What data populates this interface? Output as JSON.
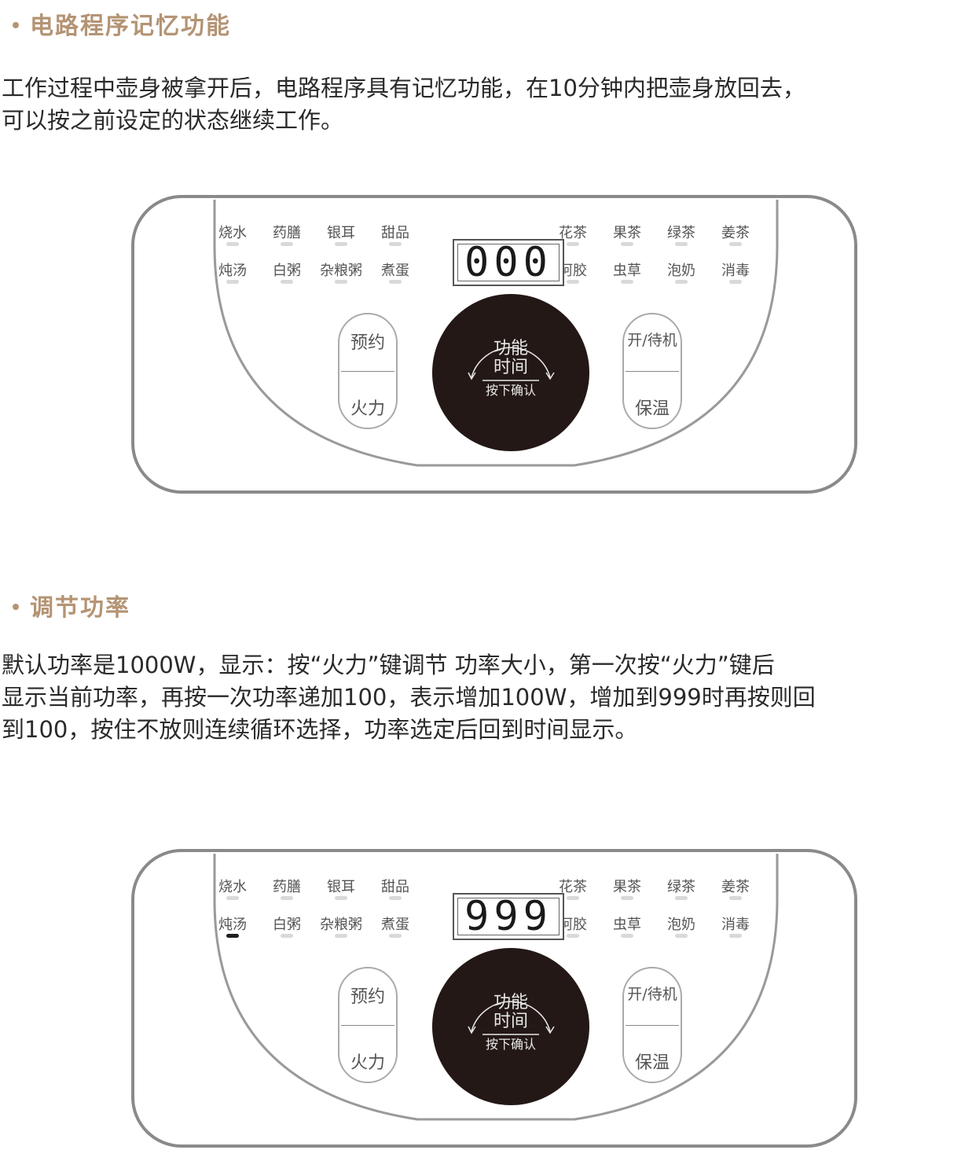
{
  "section1": {
    "title": "电路程序记忆功能",
    "lines": [
      "工作过程中壶身被拿开后，电路程序具有记忆功能，在10分钟内把壶身放回去，",
      "可以按之前设定的状态继续工作。"
    ]
  },
  "section2": {
    "title": "调节功率",
    "lines": [
      "默认功率是1000W，显示：按“火力”键调节 功率大小，第一次按“火力”键后",
      "显示当前功率，再按一次功率递加100，表示增加100W，增加到999时再按则回",
      "到100，按住不放则连续循环选择，功率选定后回到时间显示。"
    ]
  },
  "panels": [
    {
      "display": "000",
      "left_row1": [
        "烧水",
        "药膳",
        "银耳",
        "甜品"
      ],
      "left_row2": [
        "炖汤",
        "白粥",
        "杂粮粥",
        "煮蛋"
      ],
      "right_row1": [
        "花茶",
        "果茶",
        "绿茶",
        "姜茶"
      ],
      "right_row2": [
        "阿胶",
        "虫草",
        "泡奶",
        "消毒"
      ],
      "active_led": "none",
      "knob": {
        "line1": "功能",
        "line2": "时间",
        "line3": "按下确认"
      },
      "left_button": {
        "top": "预约",
        "bottom": "火力"
      },
      "right_button": {
        "top": "开/待机",
        "bottom": "保温"
      }
    },
    {
      "display": "999",
      "left_row1": [
        "烧水",
        "药膳",
        "银耳",
        "甜品"
      ],
      "left_row2": [
        "炖汤",
        "白粥",
        "杂粮粥",
        "煮蛋"
      ],
      "right_row1": [
        "花茶",
        "果茶",
        "绿茶",
        "姜茶"
      ],
      "right_row2": [
        "阿胶",
        "虫草",
        "泡奶",
        "消毒"
      ],
      "active_led": "炖汤",
      "knob": {
        "line1": "功能",
        "line2": "时间",
        "line3": "按下确认"
      },
      "left_button": {
        "top": "预约",
        "bottom": "火力"
      },
      "right_button": {
        "top": "开/待机",
        "bottom": "保温"
      }
    }
  ],
  "colors": {
    "heading": "#b49474",
    "knob": "#231815",
    "led_off": "#d9d9d9",
    "led_on": "#1e1e1e",
    "frame": "#8a8a8a"
  }
}
